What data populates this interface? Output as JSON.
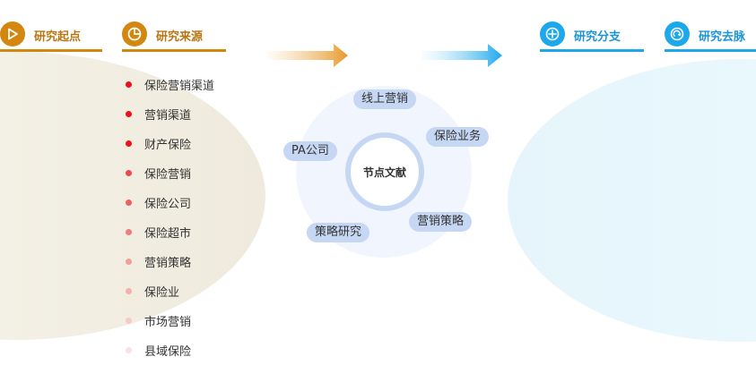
{
  "headers": {
    "start": "研究起点",
    "source": "研究来源",
    "branch": "研究分支",
    "trend": "研究去脉"
  },
  "center": {
    "label": "节点文献",
    "satellites": [
      "线上营销",
      "保险业务",
      "营销策略",
      "策略研究",
      "PA公司"
    ]
  },
  "keywords": [
    {
      "text": "保险营销渠道",
      "color": "#e8141c"
    },
    {
      "text": "营销渠道",
      "color": "#e8141c"
    },
    {
      "text": "财产保险",
      "color": "#e8141c"
    },
    {
      "text": "保险营销",
      "color": "#ee4a4e"
    },
    {
      "text": "保险公司",
      "color": "#ee5f62"
    },
    {
      "text": "保险超市",
      "color": "#f07c7e"
    },
    {
      "text": "营销策略",
      "color": "#f39d97"
    },
    {
      "text": "保险业",
      "color": "#f5b0ac"
    },
    {
      "text": "市场营销",
      "color": "#f8c9c9"
    },
    {
      "text": "县域保险",
      "color": "#fbe0e3"
    }
  ],
  "colors": {
    "orange": "#d4870f",
    "blue": "#1ea8ec",
    "pill": "#c6d7f4"
  },
  "icons": {
    "start": "play-triangle-icon",
    "source": "pie-chart-icon",
    "branch": "crosshair-icon",
    "trend": "refresh-icon"
  }
}
